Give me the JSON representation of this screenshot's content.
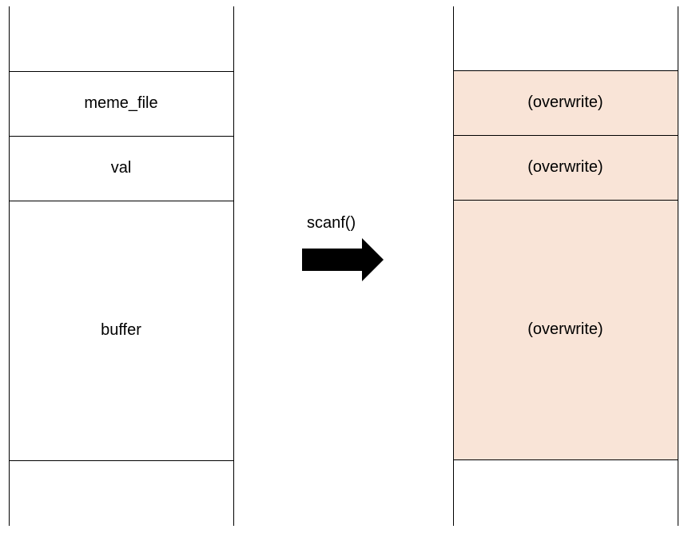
{
  "before_stack": {
    "cells": [
      {
        "label": "meme_file"
      },
      {
        "label": "val"
      },
      {
        "label": "buffer"
      }
    ]
  },
  "operation": {
    "label": "scanf()"
  },
  "after_stack": {
    "cells": [
      {
        "label": "(overwrite)"
      },
      {
        "label": "(overwrite)"
      },
      {
        "label": "(overwrite)"
      }
    ],
    "fill_color": "#f9e4d7"
  }
}
